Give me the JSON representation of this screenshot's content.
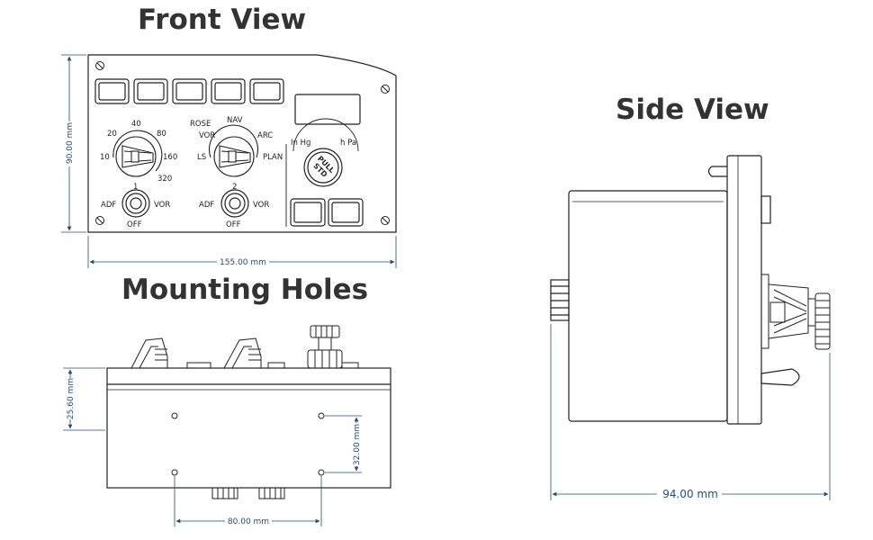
{
  "titles": {
    "front": "Front View",
    "side": "Side View",
    "mounting": "Mounting Holes"
  },
  "colors": {
    "dimension": "#1f4f7a",
    "title": "#333333",
    "line": "#222222"
  },
  "front_panel": {
    "knob1_ticks": [
      "40",
      "20",
      "80",
      "10",
      "160",
      "320"
    ],
    "knob2_ticks": [
      "ROSE",
      "NAV",
      "VOR",
      "ARC",
      "LS",
      "PLAN"
    ],
    "baro_left": "In Hg",
    "baro_right": "h Pa",
    "std_knob_line1": "PULL",
    "std_knob_line2": "STD",
    "switch1": {
      "number": "1",
      "left": "ADF",
      "right": "VOR",
      "bottom": "OFF"
    },
    "switch2": {
      "number": "2",
      "left": "ADF",
      "right": "VOR",
      "bottom": "OFF"
    }
  },
  "dimensions": {
    "front_width": "155.00 mm",
    "front_height": "90.00 mm",
    "mount_height": "25.60 mm",
    "hole_vertical": "32.00 mm",
    "hole_horizontal": "80.00 mm",
    "side_depth": "94.00 mm"
  }
}
